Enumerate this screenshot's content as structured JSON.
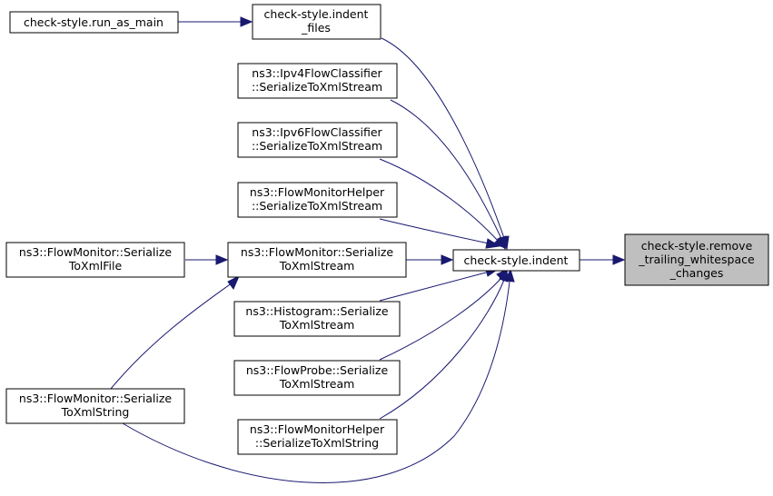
{
  "nodes": {
    "remove_trailing_whitespace_changes": {
      "lines": [
        "check-style.remove",
        "_trailing_whitespace",
        "_changes"
      ]
    },
    "indent": {
      "lines": [
        "check-style.indent"
      ]
    },
    "indent_files": {
      "lines": [
        "check-style.indent",
        "_files"
      ]
    },
    "run_as_main": {
      "lines": [
        "check-style.run_as_main"
      ]
    },
    "ipv4_serialize": {
      "lines": [
        "ns3::Ipv4FlowClassifier",
        "::SerializeToXmlStream"
      ]
    },
    "ipv6_serialize": {
      "lines": [
        "ns3::Ipv6FlowClassifier",
        "::SerializeToXmlStream"
      ]
    },
    "helper_serialize_stream": {
      "lines": [
        "ns3::FlowMonitorHelper",
        "::SerializeToXmlStream"
      ]
    },
    "monitor_serialize_stream": {
      "lines": [
        "ns3::FlowMonitor::Serialize",
        "ToXmlStream"
      ]
    },
    "monitor_serialize_file": {
      "lines": [
        "ns3::FlowMonitor::Serialize",
        "ToXmlFile"
      ]
    },
    "histogram_serialize": {
      "lines": [
        "ns3::Histogram::Serialize",
        "ToXmlStream"
      ]
    },
    "probe_serialize": {
      "lines": [
        "ns3::FlowProbe::Serialize",
        "ToXmlStream"
      ]
    },
    "helper_serialize_string": {
      "lines": [
        "ns3::FlowMonitorHelper",
        "::SerializeToXmlString"
      ]
    },
    "monitor_serialize_string": {
      "lines": [
        "ns3::FlowMonitor::Serialize",
        "ToXmlString"
      ]
    }
  },
  "edges": [
    {
      "from": "indent",
      "to": "remove_trailing_whitespace_changes"
    },
    {
      "from": "indent_files",
      "to": "indent"
    },
    {
      "from": "run_as_main",
      "to": "indent_files"
    },
    {
      "from": "ipv4_serialize",
      "to": "indent"
    },
    {
      "from": "ipv6_serialize",
      "to": "indent"
    },
    {
      "from": "helper_serialize_stream",
      "to": "indent"
    },
    {
      "from": "monitor_serialize_stream",
      "to": "indent"
    },
    {
      "from": "monitor_serialize_file",
      "to": "monitor_serialize_stream"
    },
    {
      "from": "monitor_serialize_string",
      "to": "monitor_serialize_stream"
    },
    {
      "from": "histogram_serialize",
      "to": "indent"
    },
    {
      "from": "probe_serialize",
      "to": "indent"
    },
    {
      "from": "helper_serialize_string",
      "to": "indent"
    },
    {
      "from": "monitor_serialize_string",
      "to": "indent"
    }
  ],
  "colors": {
    "edge": "#191970",
    "focus_fill": "#bfbfbf",
    "node_fill": "#ffffff",
    "border": "#000000"
  }
}
